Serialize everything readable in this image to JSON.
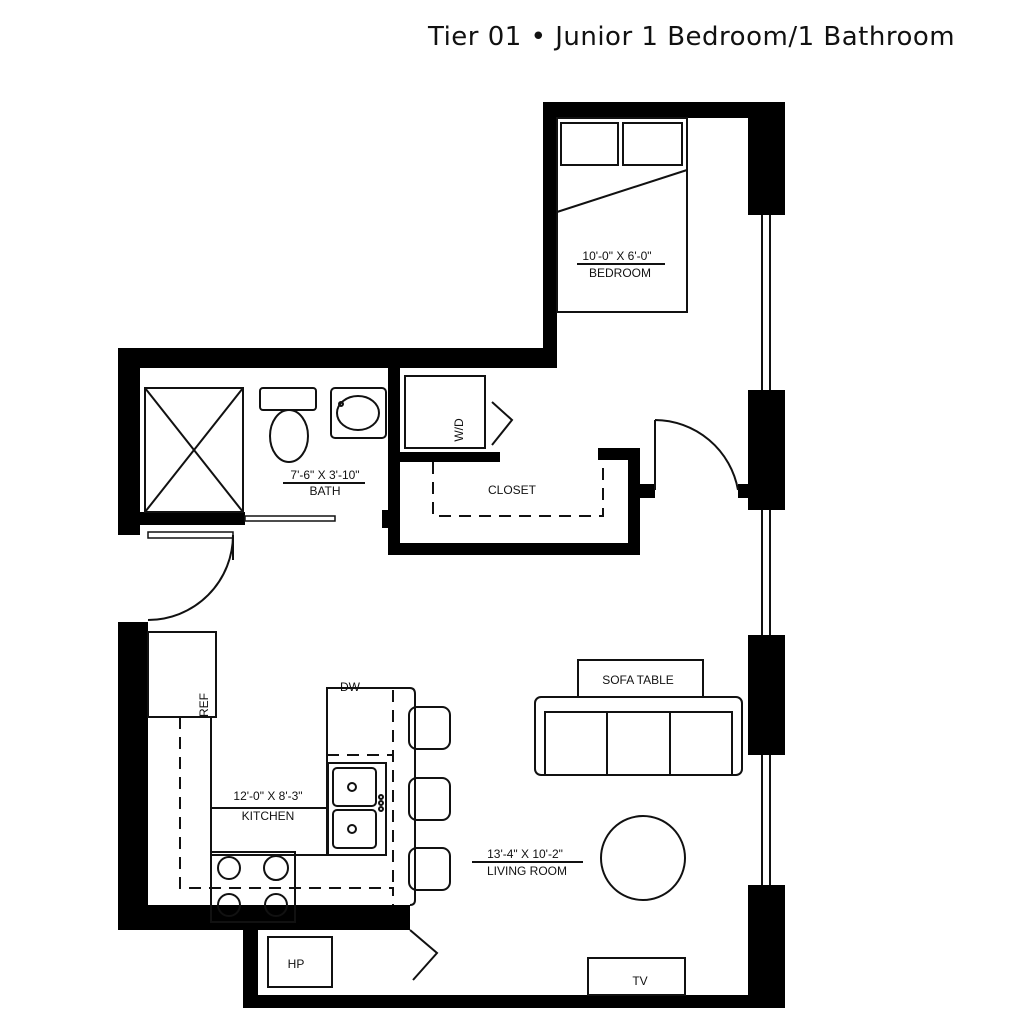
{
  "title": "Tier 01 • Junior 1 Bedroom/1 Bathroom",
  "rooms": {
    "bedroom": {
      "dims": "10'-0\" X 6'-0\"",
      "name": "BEDROOM"
    },
    "bath": {
      "dims": "7'-6\" X 3'-10\"",
      "name": "BATH"
    },
    "closet": {
      "name": "CLOSET"
    },
    "kitchen": {
      "dims": "12'-0\" X 8'-3\"",
      "name": "KITCHEN"
    },
    "living": {
      "dims": "13'-4\" X 10'-2\"",
      "name": "LIVING ROOM"
    }
  },
  "fixtures": {
    "wd": "W/D",
    "ref": "REF",
    "dw": "DW",
    "hp": "HP",
    "sofa_table": "SOFA TABLE",
    "tv": "TV"
  }
}
